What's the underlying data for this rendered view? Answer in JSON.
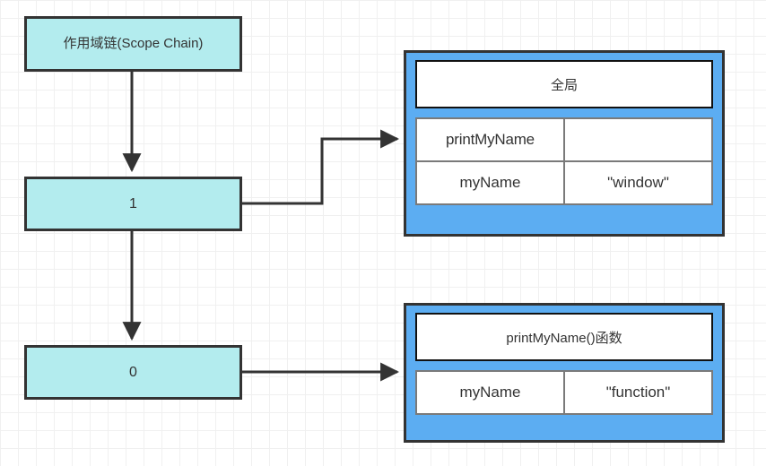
{
  "diagram": {
    "title_node": {
      "label": "作用域链(Scope Chain)"
    },
    "chain": [
      {
        "label": "1"
      },
      {
        "label": "0"
      }
    ],
    "contexts": [
      {
        "title": "全局",
        "rows": [
          {
            "key": "printMyName",
            "value": ""
          },
          {
            "key": "myName",
            "value": "\"window\""
          }
        ]
      },
      {
        "title": "printMyName()函数",
        "rows": [
          {
            "key": "myName",
            "value": "\"function\""
          }
        ]
      }
    ],
    "colors": {
      "chain_fill": "#b3ecee",
      "context_fill": "#5cadf2",
      "node_border": "#333333",
      "table_border": "#7a7a7a",
      "title_border": "#111111",
      "grid_line": "#f0f0f0",
      "background": "#ffffff"
    },
    "connectors": [
      {
        "name": "scope-chain-to-one",
        "kind": "arrow-down"
      },
      {
        "name": "one-to-zero",
        "kind": "arrow-down"
      },
      {
        "name": "one-to-global",
        "kind": "arrow-elbow-right"
      },
      {
        "name": "zero-to-function",
        "kind": "arrow-right"
      }
    ]
  }
}
